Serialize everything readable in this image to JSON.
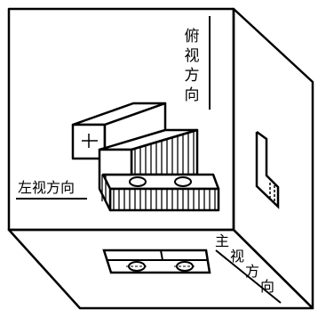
{
  "diagram": {
    "labels": {
      "top_view": "俯视方向",
      "left_view": "左视方向",
      "front_view": "主视方向"
    },
    "colors": {
      "ink": "#000000",
      "background": "#ffffff"
    }
  }
}
